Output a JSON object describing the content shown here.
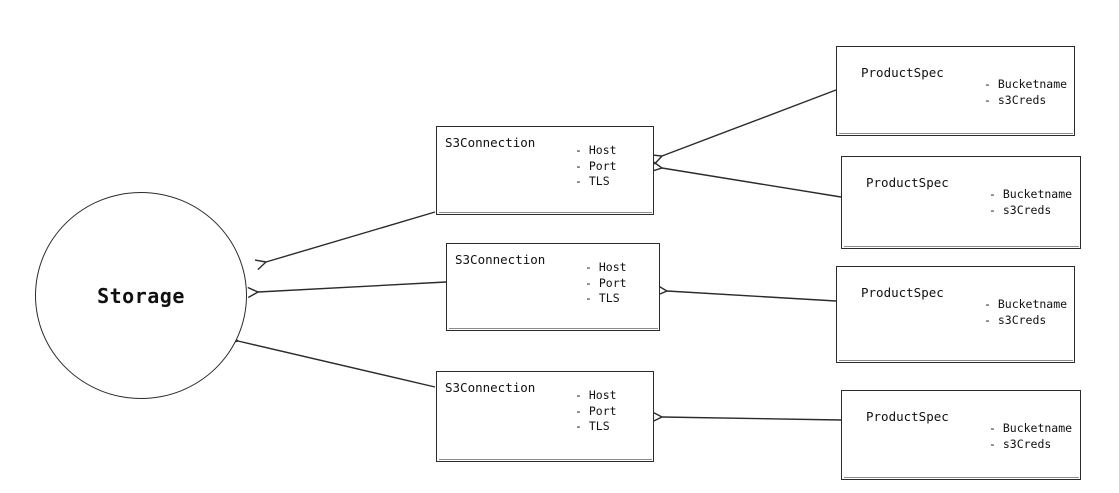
{
  "diagram": {
    "storage": {
      "label": "Storage"
    },
    "s3_connections": [
      {
        "label": "S3Connection",
        "attrs": [
          "- Host",
          "- Port",
          "- TLS"
        ]
      },
      {
        "label": "S3Connection",
        "attrs": [
          "- Host",
          "- Port",
          "- TLS"
        ]
      },
      {
        "label": "S3Connection",
        "attrs": [
          "- Host",
          "- Port",
          "- TLS"
        ]
      }
    ],
    "product_specs": [
      {
        "label": "ProductSpec",
        "attrs": [
          "- Bucketname",
          "- s3Creds"
        ]
      },
      {
        "label": "ProductSpec",
        "attrs": [
          "- Bucketname",
          "- s3Creds"
        ]
      },
      {
        "label": "ProductSpec",
        "attrs": [
          "- Bucketname",
          "- s3Creds"
        ]
      },
      {
        "label": "ProductSpec",
        "attrs": [
          "- Bucketname",
          "- s3Creds"
        ]
      }
    ],
    "colors": {
      "stroke": "#2b2b2b",
      "background": "#ffffff"
    }
  }
}
